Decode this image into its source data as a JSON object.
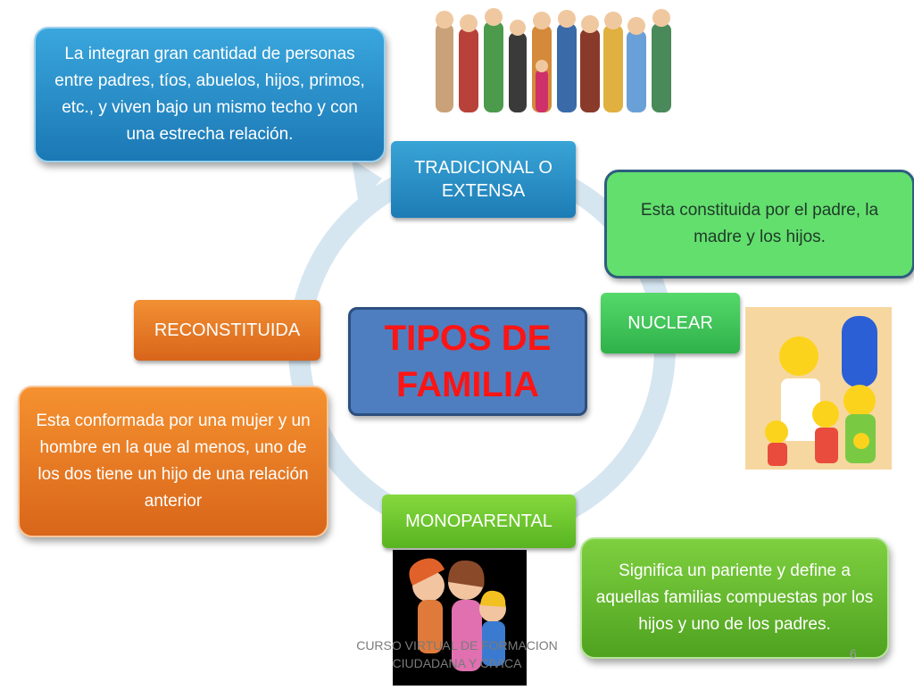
{
  "title": {
    "line1": "TIPOS DE",
    "line2": "FAMILIA"
  },
  "nodes": {
    "tradicional": "TRADICIONAL O EXTENSA",
    "nuclear": "NUCLEAR",
    "monoparental": "MONOPARENTAL",
    "reconstituida": "RECONSTITUIDA"
  },
  "descriptions": {
    "tradicional": "La integran gran cantidad de personas entre padres, tíos, abuelos, hijos, primos, etc., y viven bajo un mismo techo y con una estrecha relación.",
    "nuclear": "Esta constituida por el padre, la madre y los hijos.",
    "monoparental": "Significa un pariente y define a aquellas familias compuestas por los hijos y uno de los padres.",
    "reconstituida": "Esta conformada por una mujer  y un hombre en la que al menos, uno de los dos tiene un hijo de una relación anterior"
  },
  "footer": {
    "line1": "CURSO VIRTUAL DE FORMACION",
    "line2": "CIUDADANA Y CIVICA"
  },
  "page_number": "6",
  "colors": {
    "blue": "#2a8fcf",
    "green": "#63df6d",
    "lime": "#6cc22f",
    "orange": "#ee8229",
    "center_bg": "#4e7ec0",
    "title_red": "#ff1414",
    "ring": "#d6e6f1"
  },
  "images": [
    "extended-family-illustration",
    "simpsons-family-illustration",
    "single-parent-family-illustration"
  ]
}
